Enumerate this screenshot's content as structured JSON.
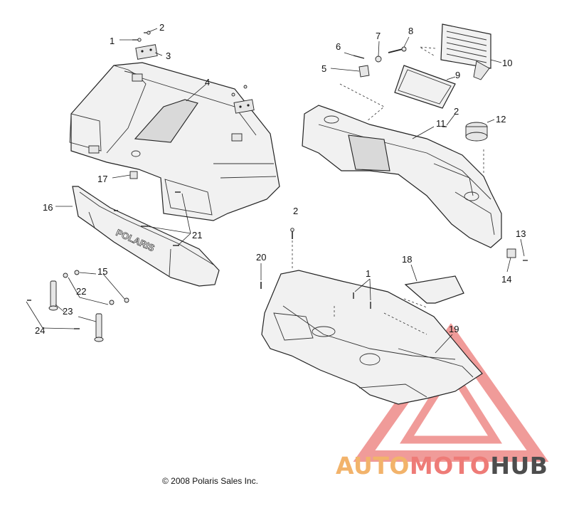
{
  "diagram": {
    "copyright": "© 2008 Polaris Sales Inc.",
    "callouts": [
      {
        "id": "c1a",
        "text": "1"
      },
      {
        "id": "c2a",
        "text": "2"
      },
      {
        "id": "c3",
        "text": "3"
      },
      {
        "id": "c4",
        "text": "4"
      },
      {
        "id": "c5",
        "text": "5"
      },
      {
        "id": "c6",
        "text": "6"
      },
      {
        "id": "c7",
        "text": "7"
      },
      {
        "id": "c8",
        "text": "8"
      },
      {
        "id": "c9",
        "text": "9"
      },
      {
        "id": "c10",
        "text": "10"
      },
      {
        "id": "c11",
        "text": "11"
      },
      {
        "id": "c2b",
        "text": "2"
      },
      {
        "id": "c12",
        "text": "12"
      },
      {
        "id": "c13",
        "text": "13"
      },
      {
        "id": "c14",
        "text": "14"
      },
      {
        "id": "c2c",
        "text": "2"
      },
      {
        "id": "c16",
        "text": "16"
      },
      {
        "id": "c17",
        "text": "17"
      },
      {
        "id": "c21",
        "text": "21"
      },
      {
        "id": "c15",
        "text": "15"
      },
      {
        "id": "c22",
        "text": "22"
      },
      {
        "id": "c23",
        "text": "23"
      },
      {
        "id": "c24",
        "text": "24"
      },
      {
        "id": "c20",
        "text": "20"
      },
      {
        "id": "c18",
        "text": "18"
      },
      {
        "id": "c1b",
        "text": "1"
      },
      {
        "id": "c19",
        "text": "19"
      }
    ],
    "bumper_logo": "POLARIS"
  },
  "watermark": {
    "part1": "AUTO",
    "part2": "MOTO",
    "part3": "HUB",
    "colors": {
      "triangle": "#ee8a88",
      "auto": "#f2b36b",
      "moto": "#ee7b77",
      "hub": "#4d4d4d"
    }
  }
}
